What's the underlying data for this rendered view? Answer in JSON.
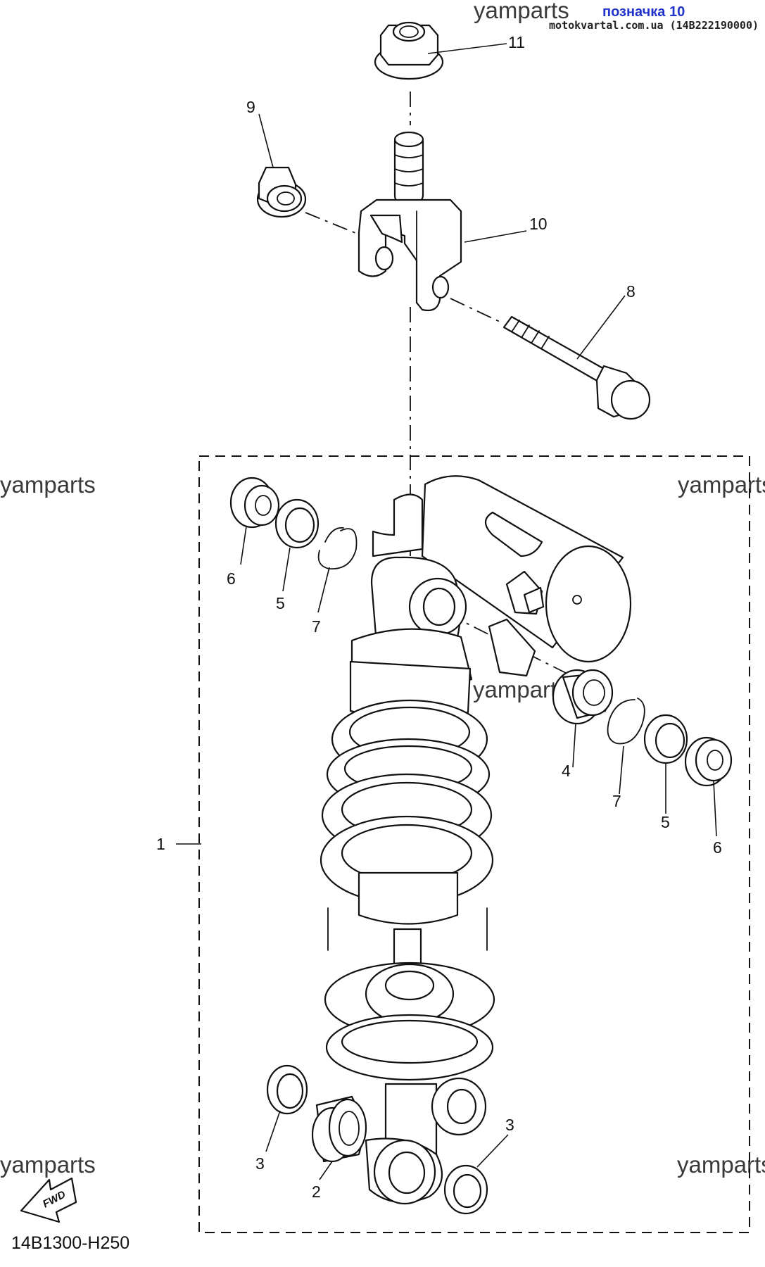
{
  "header": {
    "note": "позначка 10",
    "source": "motokvartal.com.ua (14B222190000)"
  },
  "watermark": "yamparts",
  "diagram_code": "14B1300-H250",
  "fwd_label": "FWD",
  "callouts": {
    "c1": "1",
    "c2": "2",
    "c3a": "3",
    "c3b": "3",
    "c4": "4",
    "c5a": "5",
    "c5b": "5",
    "c6a": "6",
    "c6b": "6",
    "c7a": "7",
    "c7b": "7",
    "c8": "8",
    "c9": "9",
    "c10": "10",
    "c11": "11"
  }
}
